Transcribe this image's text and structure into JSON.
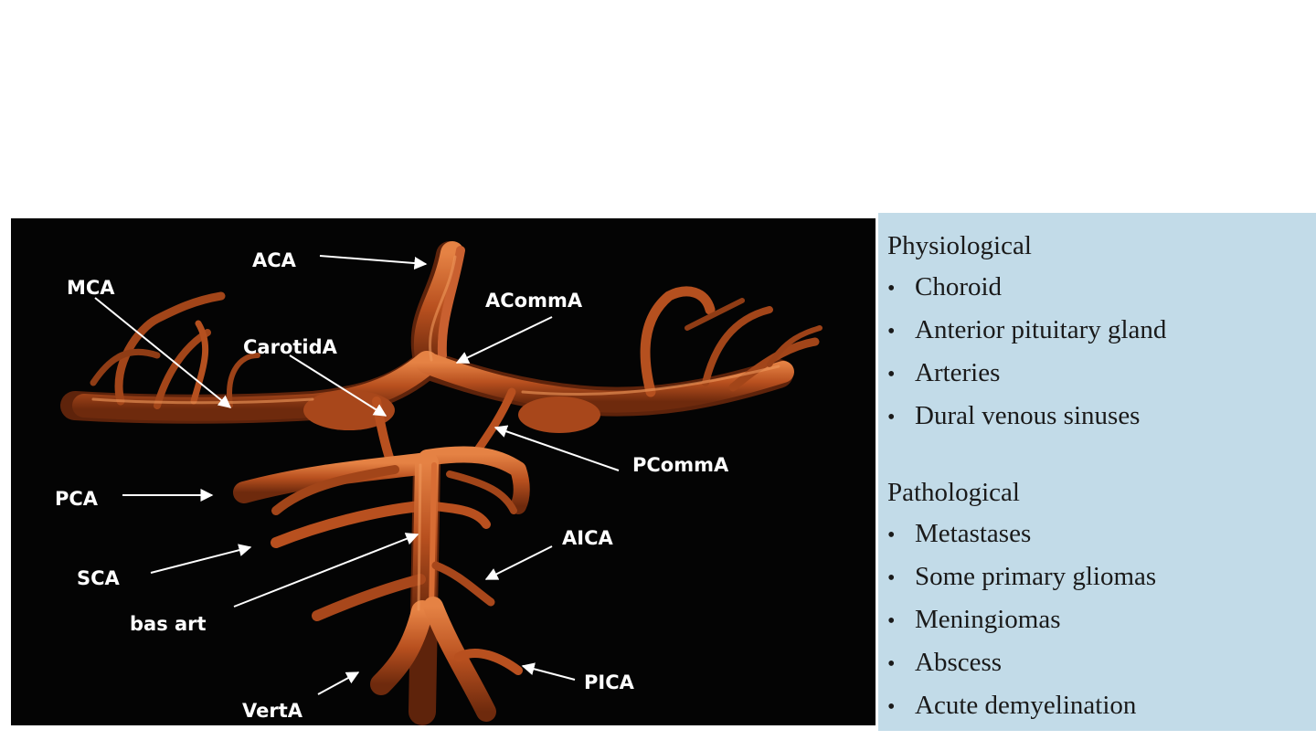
{
  "figure": {
    "labels": {
      "aca": "ACA",
      "mca": "MCA",
      "acomma": "ACommA",
      "carotida": "CarotidA",
      "pcomma": "PCommA",
      "pca": "PCA",
      "sca": "SCA",
      "aica": "AICA",
      "bas_art": "bas art",
      "pica": "PICA",
      "verta": "VertA"
    },
    "colors": {
      "background": "#040404",
      "vessel": "#b8501f",
      "vessel_highlight": "#e07a3c",
      "vessel_shadow": "#6e2a0d",
      "label": "#ffffff"
    }
  },
  "panel": {
    "background": "#c2dbe8",
    "bullet": "•",
    "sections": [
      {
        "title": "Physiological",
        "items": [
          "Choroid",
          "Anterior pituitary gland",
          "Arteries",
          "Dural venous sinuses"
        ]
      },
      {
        "title": "Pathological",
        "items": [
          "Metastases",
          "Some primary gliomas",
          "Meningiomas",
          "Abscess",
          "Acute demyelination"
        ]
      }
    ]
  }
}
